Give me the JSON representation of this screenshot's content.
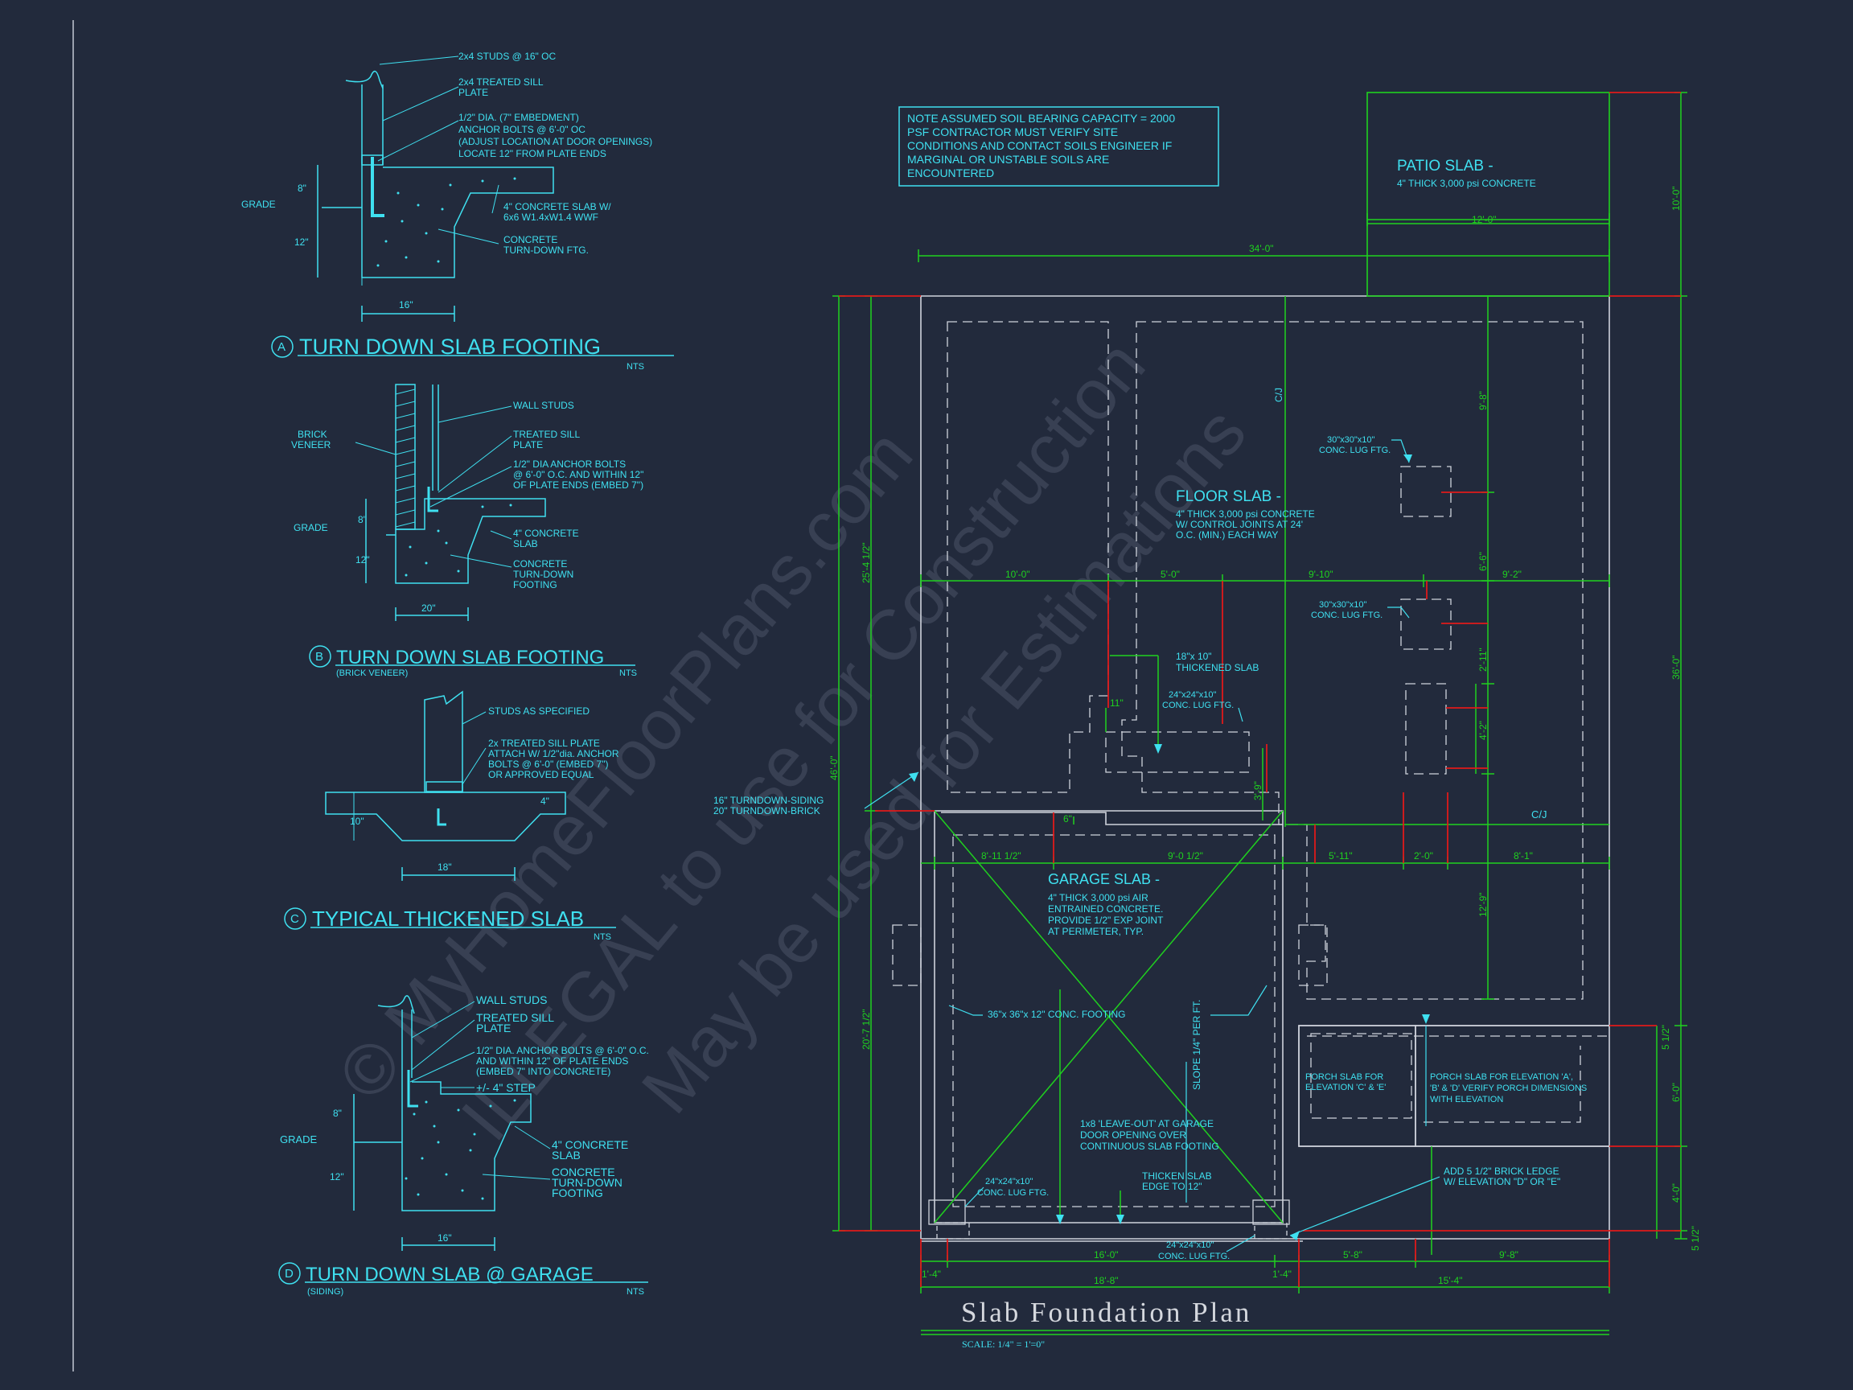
{
  "details": {
    "a": {
      "letter": "A",
      "title": "TURN DOWN SLAB FOOTING",
      "scale": "NTS",
      "notes": [
        [
          "2x4 STUDS @ 16\" OC"
        ],
        [
          "2x4 TREATED SILL",
          "PLATE"
        ],
        [
          "1/2\" DIA. (7\" EMBEDMENT)",
          "ANCHOR BOLTS @ 6'-0\" OC",
          "(ADJUST LOCATION AT DOOR OPENINGS)",
          "LOCATE 12\" FROM PLATE ENDS"
        ],
        [
          "4\" CONCRETE SLAB W/",
          "6x6 W1.4xW1.4 WWF"
        ],
        [
          "CONCRETE",
          "TURN-DOWN FTG."
        ]
      ],
      "grade": "GRADE",
      "dim_8": "8\"",
      "dim_12": "12\"",
      "dim_16": "16\""
    },
    "b": {
      "letter": "B",
      "title": "TURN DOWN SLAB FOOTING",
      "subtitle": "(BRICK VENEER)",
      "scale": "NTS",
      "notes": [
        [
          "WALL STUDS"
        ],
        [
          "TREATED SILL",
          "PLATE"
        ],
        [
          "1/2\" DIA ANCHOR BOLTS",
          "@ 6'-0\" O.C. AND WITHIN 12\"",
          "OF PLATE ENDS (EMBED 7\")"
        ],
        [
          "4\" CONCRETE",
          "SLAB"
        ],
        [
          "CONCRETE",
          "TURN-DOWN",
          "FOOTING"
        ]
      ],
      "brick": [
        "BRICK",
        "VENEER"
      ],
      "grade": "GRADE",
      "dim_8": "8\"",
      "dim_12": "12\"",
      "dim_20": "20\""
    },
    "c": {
      "letter": "C",
      "title": "TYPICAL THICKENED SLAB",
      "scale": "NTS",
      "notes": [
        [
          "STUDS AS SPECIFIED"
        ],
        [
          "2x  TREATED SILL PLATE",
          "ATTACH W/ 1/2\"dia. ANCHOR",
          "BOLTS @ 6'-0\" (EMBED 7\")",
          "OR APPROVED EQUAL"
        ]
      ],
      "dim_10": "10\"",
      "dim_4": "4\"",
      "dim_18": "18\""
    },
    "d": {
      "letter": "D",
      "title": "TURN DOWN SLAB @ GARAGE",
      "subtitle": "(SIDING)",
      "scale": "NTS",
      "notes": [
        [
          "WALL STUDS"
        ],
        [
          "TREATED SILL",
          "PLATE"
        ],
        [
          "1/2\" DIA. ANCHOR BOLTS @ 6'-0\" O.C.",
          "AND WITHIN 12\" OF PLATE ENDS",
          "(EMBED 7\" INTO CONCRETE)"
        ],
        [
          "+/- 4\" STEP"
        ],
        [
          "4\" CONCRETE",
          "SLAB"
        ],
        [
          "CONCRETE",
          "TURN-DOWN",
          "FOOTING"
        ]
      ],
      "grade": "GRADE",
      "dim_8": "8\"",
      "dim_12": "12\"",
      "dim_16": "16\""
    }
  },
  "plan": {
    "note_box": [
      "NOTE ASSUMED SOIL BEARING CAPACITY = 2000",
      "PSF CONTRACTOR MUST VERIFY SITE",
      "CONDITIONS AND CONTACT SOILS ENGINEER IF",
      "MARGINAL OR UNSTABLE SOILS ARE",
      "ENCOUNTERED"
    ],
    "patio_title": "PATIO SLAB -",
    "patio_spec": "4\" THICK 3,000 psi CONCRETE",
    "floor_title": "FLOOR SLAB -",
    "floor_spec": [
      "4\" THICK 3,000 psi CONCRETE",
      "W/ CONTROL JOINTS AT 24'",
      "O.C. (MIN.) EACH WAY"
    ],
    "garage_title": "GARAGE SLAB -",
    "garage_spec": [
      "4\" THICK 3,000 psi AIR",
      "ENTRAINED CONCRETE.",
      "PROVIDE 1/2\" EXP JOINT",
      "AT PERIMETER, TYP."
    ],
    "lug_30_a": [
      "30\"x30\"x10\"",
      "CONC. LUG FTG."
    ],
    "lug_30_b": [
      "30\"x30\"x10\"",
      "CONC. LUG FTG."
    ],
    "thickened": [
      "18\"x 10\"",
      "THICKENED SLAB"
    ],
    "lug_24_mid": [
      "24\"x24\"x10\"",
      "CONC. LUG FTG."
    ],
    "lug_24_left": [
      "24\"x24\"x10\"",
      "CONC. LUG FTG."
    ],
    "lug_24_bot": [
      "24\"x24\"x10\"",
      "CONC. LUG FTG."
    ],
    "conc_footing": "36\"x 36\"x 12\" CONC. FOOTING",
    "slope": "SLOPE 1/4\" PER FT.",
    "leave_out": [
      "1x8 'LEAVE-OUT' AT GARAGE",
      "DOOR OPENING OVER",
      "CONTINUOUS SLAB FOOTING"
    ],
    "thicken_edge": [
      "THICKEN SLAB",
      "EDGE TO 12\""
    ],
    "turndown": [
      "16\" TURNDOWN-SIDING",
      "20\" TURNDOWN-BRICK"
    ],
    "porch_ce": [
      "PORCH SLAB FOR",
      "ELEVATION 'C' & 'E'"
    ],
    "porch_abd": [
      "PORCH SLAB FOR ELEVATION 'A',",
      "'B' & 'D' VERIFY PORCH DIMENSIONS",
      "WITH ELEVATION"
    ],
    "brick_ledge": [
      "ADD 5 1/2\" BRICK LEDGE",
      "W/ ELEVATION \"D\" OR \"E\""
    ],
    "cj1": "C/J",
    "cj2": "C/J",
    "dims": {
      "top_34": "34'-0\"",
      "patio_12": "12'-0\"",
      "patio_10": "10'-0\"",
      "d10": "10'-0\"",
      "d5": "5'-0\"",
      "d910": "9'-10\"",
      "d92": "9'-2\"",
      "d811": "8'-11 1/2\"",
      "d90": "9'-0 1/2\"",
      "d511": "5'-11\"",
      "d20": "2'-0\"",
      "d81": "8'-1\"",
      "d98": "9'-8\"",
      "d66": "6'-6\"",
      "d211": "2'-11\"",
      "d42": "4'-2\"",
      "d39": "3'-9\"",
      "d129": "12'-9\"",
      "d11": "11\"",
      "d6": "6\"",
      "l254": "25'-4 1/2\"",
      "l207": "20'-7 1/2\"",
      "l46": "46'-0\"",
      "r36": "36'-0\"",
      "r512a": "5 1/2\"",
      "r60": "6'-0\"",
      "r40": "4'-0\"",
      "r512b": "5 1/2\"",
      "b14a": "1'-4\"",
      "b16": "16'-0\"",
      "b14b": "1'-4\"",
      "b58": "5'-8\"",
      "b98": "9'-8\"",
      "b188": "18'-8\"",
      "b154": "15'-4\""
    },
    "title": "Slab Foundation Plan",
    "scale": "SCALE: 1/4\" = 1'=0\""
  },
  "watermark": [
    "© MyHomeFloorPlans.com",
    "ILLEGAL to use for Construction",
    "May be used for Estimations"
  ],
  "colors": {
    "background": "#222a3c",
    "detail_cyan": "#3fe0f0",
    "dim_green": "#1fd11f",
    "plan_white": "#cfd3dc",
    "marker_red": "#e01a1a"
  }
}
